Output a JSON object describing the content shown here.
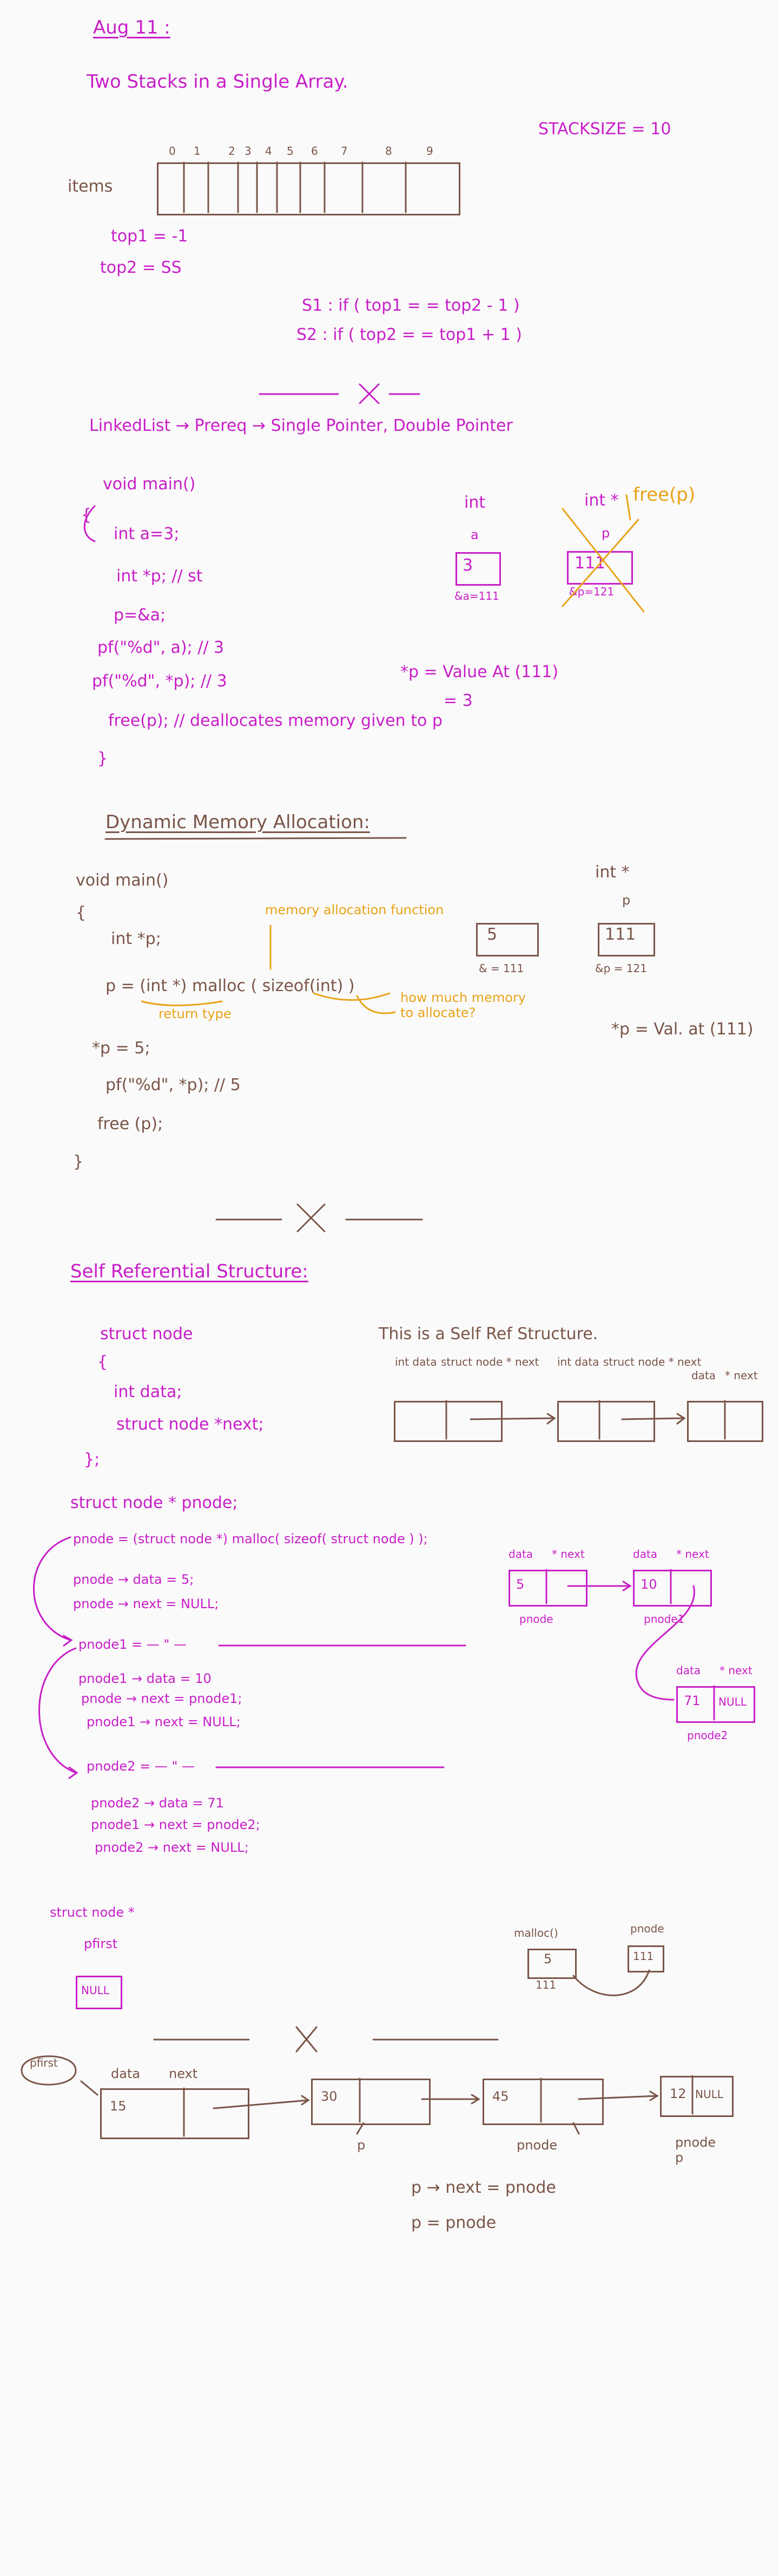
{
  "colors": {
    "magenta": "#c81ec8",
    "brown": "#7a5548",
    "yellow": "#e8a317",
    "background": "#fafafa"
  },
  "s1": {
    "date": "Aug 11 :",
    "title": "Two Stacks in a Single Array.",
    "stacksize": "STACKSIZE = 10",
    "items_label": "items",
    "indices": [
      "0",
      "1",
      "2",
      "3",
      "4",
      "5",
      "6",
      "7",
      "8",
      "9"
    ],
    "top1": "top1 = -1",
    "top2": "top2 = SS",
    "cond1": "S1 :  if ( top1 = = top2 - 1 )",
    "cond2": "S2 :  if ( top2 = = top1 + 1 )"
  },
  "s2": {
    "heading": "LinkedList → Prereq → Single Pointer, Double Pointer",
    "code": [
      "void main()",
      "{",
      "int a=3;",
      "int *p; // st",
      "p=&a;",
      "pf(\"%d\", a); // 3",
      "pf(\"%d\", *p); // 3",
      "free(p); // deallocates memory given to p",
      "}"
    ],
    "int_a_type": "int",
    "int_a_name": "a",
    "int_a_value": "3",
    "int_a_addr": "&a=111",
    "int_p_type": "int *",
    "int_p_name": "p",
    "int_p_value": "111",
    "int_p_addr": "&p=121",
    "free_note": "free(p)",
    "deref_note": "*p = Value At (111)",
    "deref_result": "= 3"
  },
  "s3": {
    "heading": "Dynamic Memory Allocation:",
    "code": [
      "void main()",
      "{",
      "int *p;",
      "p = (int *) malloc ( sizeof(int) )",
      "*p = 5;",
      "pf(\"%d\", *p); // 5",
      "free (p);",
      "}"
    ],
    "note_mem": "memory allocation function",
    "note_return": "return type",
    "note_howmuch": "how much memory to allocate?",
    "box5": "5",
    "box5_addr": "& = 111",
    "intk": "int *",
    "intk_p": "p",
    "box111": "111",
    "box111_addr": "&p = 121",
    "deref": "*p = Val. at (111)"
  },
  "s4": {
    "heading": "Self Referential Structure:",
    "struct_code": [
      "struct node",
      "{",
      "int data;",
      "struct node *next;",
      "};"
    ],
    "caption": "This is a Self Ref Structure.",
    "col_labels": [
      "int data",
      "struct node * next",
      "int data",
      "struct node * next",
      "data",
      "* next"
    ],
    "decl": "struct node * pnode;",
    "code": [
      "pnode = (struct node *) malloc( sizeof( struct node ) );",
      "pnode → data = 5;",
      "pnode → next = NULL;",
      "pnode1 = — \" —",
      "pnode1 → data = 10",
      "pnode → next = pnode1;",
      "pnode1 → next = NULL;",
      "pnode2 = — \" —",
      "pnode2 → data = 71",
      "pnode1 → next = pnode2;",
      "pnode2 → next = NULL;"
    ],
    "nodes": [
      {
        "label": "pnode",
        "data": "5",
        "next": ""
      },
      {
        "label": "pnode1",
        "data": "10",
        "next": ""
      },
      {
        "label": "pnode2",
        "data": "71",
        "next": "NULL"
      }
    ],
    "node_hdr_data": "data",
    "node_hdr_next": "* next"
  },
  "s5": {
    "pfirst_decl": "struct node *",
    "pfirst_name": "pfirst",
    "pfirst_value": "NULL",
    "malloc": "malloc()",
    "mbox": "5",
    "maddr": "111",
    "pnode_name": "pnode",
    "pnode_val": "111"
  },
  "s6": {
    "pfirst": "pfirst",
    "hdr_data": "data",
    "hdr_next": "next",
    "values": [
      "15",
      "30",
      "45",
      "12"
    ],
    "last_next": "NULL",
    "p_label": "p",
    "pnode_label": "pnode",
    "pnode_p": "pnode\np",
    "line1": "p → next = pnode",
    "line2": "p = pnode"
  }
}
